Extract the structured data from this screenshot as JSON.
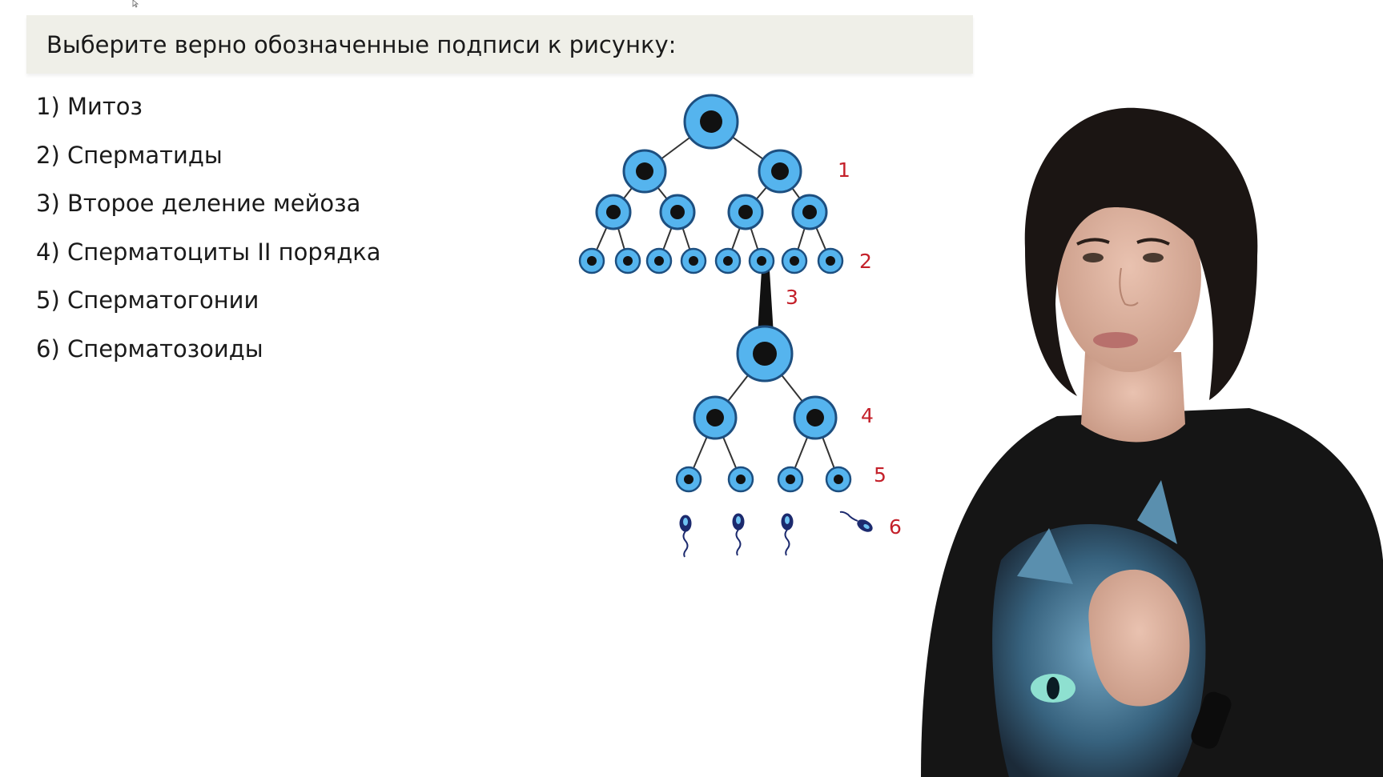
{
  "question": {
    "text": "Выберите верно обозначенные подписи к рисунку:"
  },
  "options": [
    {
      "text": "1) Митоз"
    },
    {
      "text": "2) Сперматиды"
    },
    {
      "text": "3) Второе деление мейоза"
    },
    {
      "text": "4) Сперматоциты II порядка"
    },
    {
      "text": "5) Сперматогонии"
    },
    {
      "text": "6) Сперматозоиды"
    }
  ],
  "diagram": {
    "labels": {
      "l1": "1",
      "l2": "2",
      "l3": "3",
      "l4": "4",
      "l5": "5",
      "l6": "6"
    }
  },
  "colors": {
    "cell_fill": "#55b4ee",
    "nucleus": "#111111",
    "label": "#c4202a",
    "question_bar": "#efefe8"
  }
}
